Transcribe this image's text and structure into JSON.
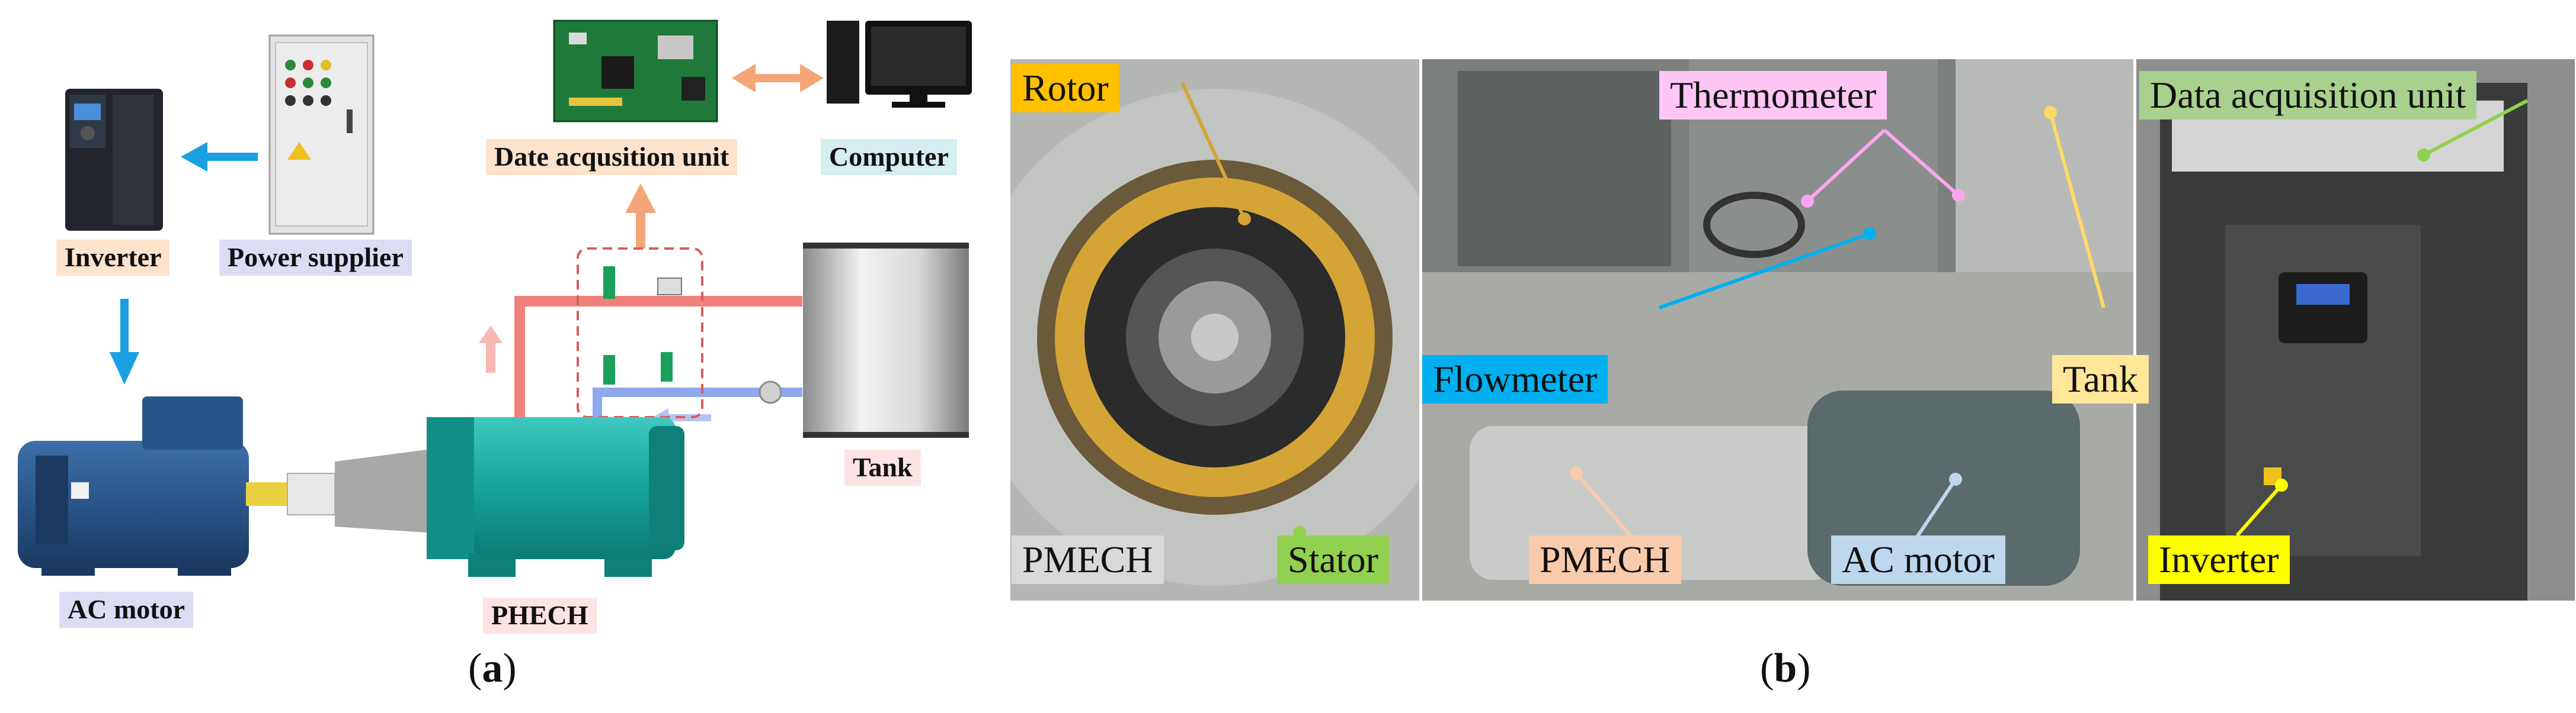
{
  "panel_a": {
    "caption_letter": "a",
    "labels": {
      "inverter": "Inverter",
      "power_supplier": "Power supplier",
      "data_acquisition": "Date acqusition unit",
      "computer": "Computer",
      "ac_motor": "AC motor",
      "phech": "PHECH",
      "tank": "Tank"
    },
    "colors": {
      "inverter_bg": "#fde3cc",
      "power_bg": "#dcdcf5",
      "daq_bg": "#fde3cc",
      "computer_bg": "#d5eef0",
      "ac_motor_bg": "#dcdcf5",
      "phech_bg": "#fde3e3",
      "tank_bg": "#fde3e3",
      "hot_pipe": "#f0807a",
      "cold_pipe": "#8fa8ec",
      "flow_arrow": "#1aa0e0",
      "data_arrow": "#f4a678"
    }
  },
  "panel_b": {
    "caption_letter": "b",
    "labels": {
      "rotor": "Rotor",
      "pmech_1": "PMECH",
      "stator": "Stator",
      "thermometer": "Thermometer",
      "flowmeter": "Flowmeter",
      "tank": "Tank",
      "pmech_2": "PMECH",
      "ac_motor": "AC motor",
      "data_acquisition": "Data acquisition unit",
      "inverter": "Inverter"
    },
    "colors": {
      "rotor": "#ffc000",
      "pmech_1": "#d9d9d9",
      "stator": "#92d050",
      "thermometer": "#ffc6f5",
      "flowmeter": "#00b0f0",
      "tank": "#ffe699",
      "pmech_2": "#f8cbad",
      "ac_motor": "#bdd7ee",
      "data_acquisition": "#a9d18e",
      "inverter": "#ffff00"
    }
  }
}
